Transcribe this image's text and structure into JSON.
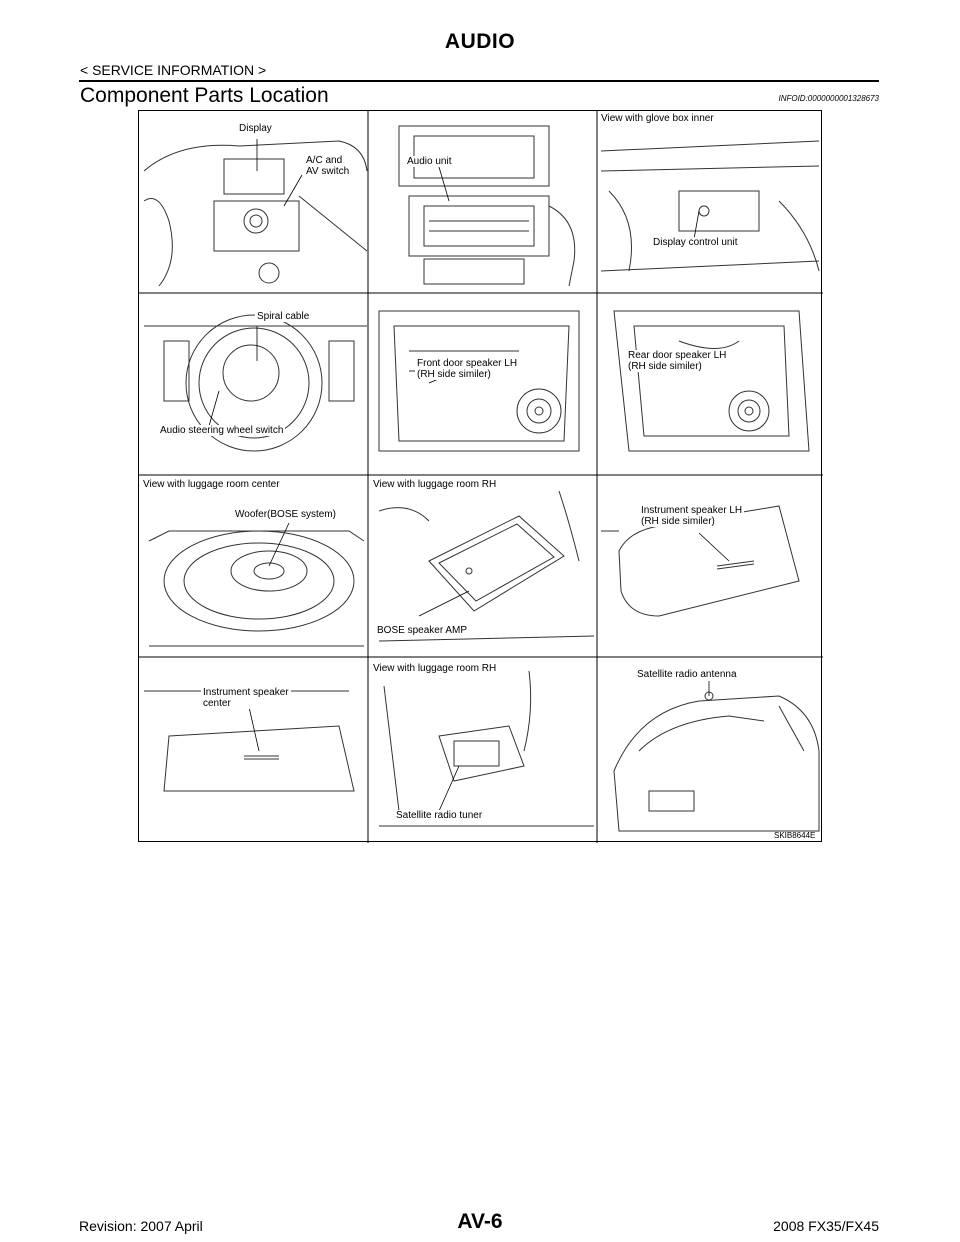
{
  "header": {
    "title": "AUDIO",
    "section": "< SERVICE INFORMATION >"
  },
  "section": {
    "heading": "Component Parts Location",
    "info_id": "INFOID:0000000001328673"
  },
  "figure": {
    "code": "SKIB8644E",
    "panels": [
      {
        "labels": [
          "Display",
          "A/C and\nAV switch"
        ]
      },
      {
        "labels": [
          "Audio unit"
        ]
      },
      {
        "labels": [
          "View with glove box inner",
          "Display control unit"
        ]
      },
      {
        "labels": [
          "Spiral cable",
          "Audio steering wheel switch"
        ]
      },
      {
        "labels": [
          "Front door speaker LH\n(RH side similer)"
        ]
      },
      {
        "labels": [
          "Rear door speaker LH\n(RH side similer)"
        ]
      },
      {
        "labels": [
          "View with luggage room center",
          "Woofer(BOSE system)"
        ]
      },
      {
        "labels": [
          "View with luggage room RH",
          "BOSE speaker AMP"
        ]
      },
      {
        "labels": [
          "Instrument speaker LH\n(RH side similer)"
        ]
      },
      {
        "labels": [
          "Instrument speaker\ncenter"
        ]
      },
      {
        "labels": [
          "View with luggage room RH",
          "Satellite radio tuner"
        ]
      },
      {
        "labels": [
          "Satellite radio antenna"
        ]
      }
    ]
  },
  "footer": {
    "page_number": "AV-6",
    "revision": "Revision: 2007 April",
    "model": "2008 FX35/FX45"
  }
}
